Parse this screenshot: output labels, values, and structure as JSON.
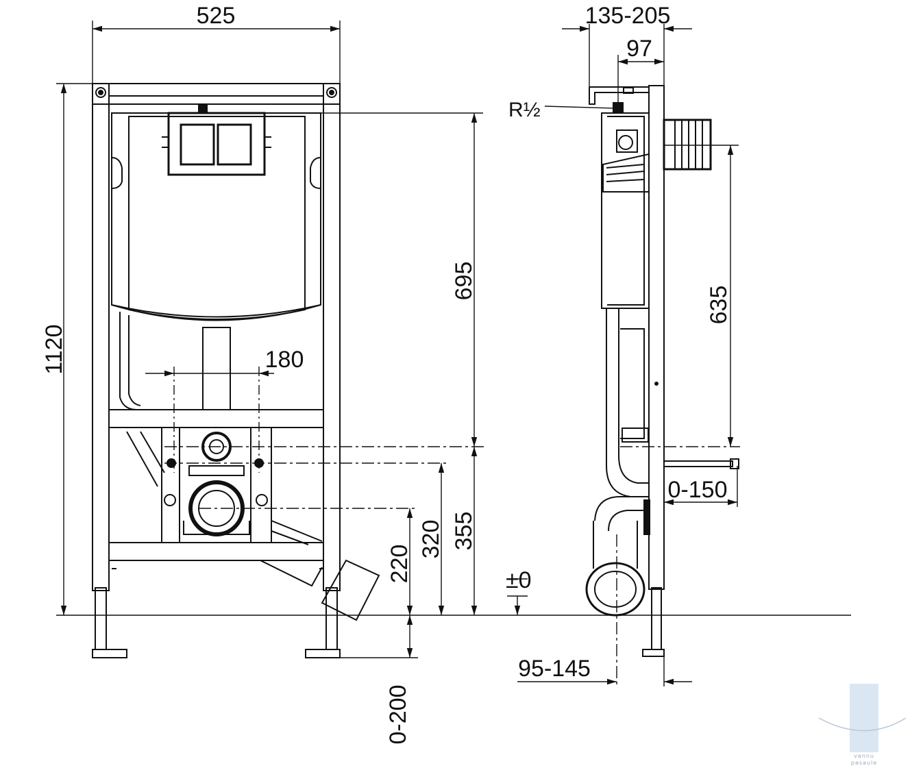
{
  "labels": {
    "width_525": "525",
    "height_1120": "1120",
    "depth_135_205": "135-205",
    "depth_97": "97",
    "thread_r12": "R½",
    "height_695": "695",
    "spacing_180": "180",
    "height_635": "635",
    "range_0_150": "0-150",
    "height_355": "355",
    "height_320": "320",
    "height_220": "220",
    "floor_0": "±0",
    "range_95_145": "95-145",
    "range_0_200": "0-200"
  },
  "watermark": {
    "line1": "vannu",
    "line2": "pasaule"
  },
  "colors": {
    "line": "#111111",
    "watermark": "#c9d8ea"
  }
}
